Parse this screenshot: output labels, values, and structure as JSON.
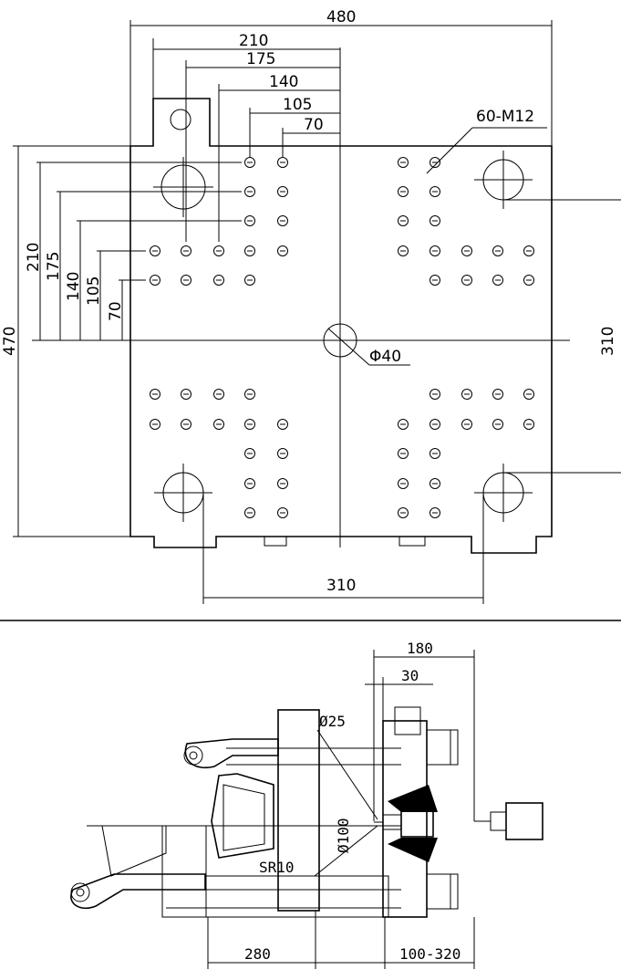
{
  "platen_view": {
    "overall_width": "480",
    "overall_height": "470",
    "tie_bar_spacing_horizontal": "310",
    "tie_bar_spacing_vertical": "310",
    "hole_callout": "60-M12",
    "center_hole": "Φ40",
    "top_dimensions": [
      "210",
      "175",
      "140",
      "105",
      "70"
    ],
    "left_dimensions": [
      "210",
      "175",
      "140",
      "105",
      "70"
    ]
  },
  "side_view": {
    "nozzle_stroke": "180",
    "nozzle_protrusion": "30",
    "nozzle_hole_diameter": "Ø25",
    "locating_ring_diameter": "Ø100",
    "nozzle_radius": "SR10",
    "platen_distance": "280",
    "mold_thickness_range": "100-320"
  }
}
